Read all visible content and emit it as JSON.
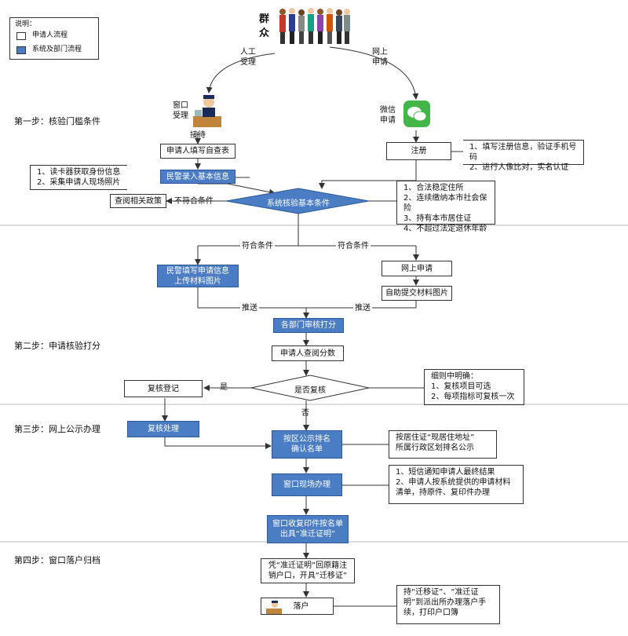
{
  "legend": {
    "title": "说明：",
    "items": [
      {
        "label": "申请人流程",
        "color": "#ffffff"
      },
      {
        "label": "系统及部门流程",
        "color": "#4a7dc4"
      }
    ]
  },
  "colors": {
    "blue": "#4a7dc4",
    "line": "#333333"
  },
  "crowd_label": "群\n众",
  "branch_left": "人工\n受理",
  "branch_right": "网上\n申请",
  "window_label": "窗口\n受理",
  "wechat_label": "微信\n申请",
  "receive_label": "接待",
  "steps": {
    "s1": "第一步：核验门槛条件",
    "s2": "第二步：申请核验打分",
    "s3": "第三步：网上公示办理",
    "s4": "第四步：窗口落户归档"
  },
  "step1": {
    "self_check": "申请人填写自查表",
    "register": "注册",
    "register_note": [
      "1、填写注册信息，验证手机号码",
      "2、进行人像比对，实名认证"
    ],
    "police_entry": "民警录入基本信息",
    "reader_note": [
      "1、读卡器获取身份信息",
      "2、采集申请人现场照片"
    ],
    "system_check": "系统核验基本条件",
    "not_meet": "不符合条件",
    "consult": "查阅相关政策",
    "conditions": [
      "1、合法稳定住所",
      "2、连续缴纳本市社会保险",
      "3、持有本市居住证",
      "4、不超过法定退休年龄"
    ]
  },
  "step2": {
    "meet_left": "符合条件",
    "meet_right": "符合条件",
    "police_fill": "民警填写申请信息\n上传材料图片",
    "online_apply": "网上申请",
    "self_upload": "自助提交材料图片",
    "push_left": "推送",
    "push_right": "推送",
    "dept_review": "各部门审核打分",
    "check_score": "申请人查阅分数",
    "recheck_q": "是否复核",
    "yes": "是",
    "no": "否",
    "recheck_reg": "复核登记",
    "rules_note": [
      "细则中明确：",
      "1、复核项目可选",
      "2、每项指标可复核一次"
    ]
  },
  "step3": {
    "recheck_process": "复核处理",
    "ranking": "按区公示排名\n确认名单",
    "ranking_note": [
      "按居住证“现居住地址”",
      "所属行政区划排名公示"
    ],
    "window_process": "窗口现场办理",
    "window_note": [
      "1、短信通知申请人最终结果",
      "2、申请人按系统提供的申请材料",
      "清单，持原件、复印件办理"
    ],
    "issue": "窗口收复印件按名单\n出具“准迁证明”"
  },
  "step4": {
    "cancel": "凭“准迁证明”回原籍注\n销户口，开具“迁移证”",
    "settle": "落户",
    "settle_note": [
      "持“迁移证”、“准迁证",
      "明”到派出所办理落户手",
      "续，打印户口簿"
    ]
  }
}
